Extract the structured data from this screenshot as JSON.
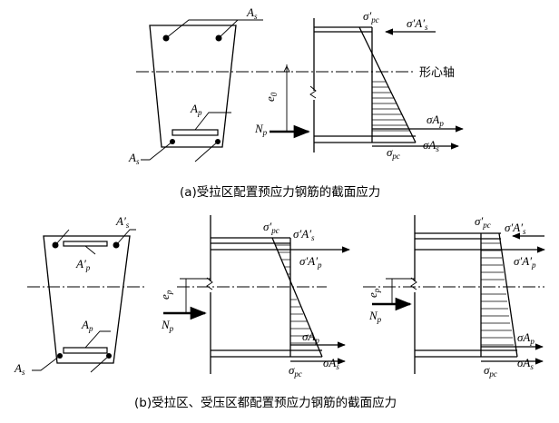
{
  "top": {
    "as_top_label": "A",
    "as_top_sub": "s",
    "ap_label": "A",
    "ap_sub": "p",
    "as_bot_label": "A",
    "as_bot_sub": "s",
    "sigma_pc_prime": "σ′",
    "sigma_pc_prime_sub": "pc",
    "sigma_s_as_prime": "σ′A′",
    "sigma_s_as_prime_sub": "s",
    "axis_label": "形心轴",
    "e0_label": "e",
    "e0_sub": "0",
    "np_label": "N",
    "np_sub": "p",
    "sigma_p_ap": "σA",
    "sigma_p_ap_sub": "p",
    "sigma_pc_label": "σ",
    "sigma_pc_sub": "pc",
    "sigma_s_as": "σA",
    "sigma_s_as_sub": "s",
    "caption": "(a)受拉区配置预应力钢筋的截面应力"
  },
  "bottom": {
    "as_prime_label": "A′",
    "as_prime_sub": "s",
    "ap_prime_label": "A′",
    "ap_prime_sub": "p",
    "ap_label": "A",
    "ap_sub": "p",
    "as_label": "A",
    "as_sub": "s",
    "mid": {
      "sigma_pc_prime": "σ′",
      "sigma_pc_prime_sub": "pc",
      "sigma_s_as_prime": "σ′A′",
      "sigma_s_as_prime_sub": "s",
      "sigma_p_ap_prime": "σ′A′",
      "sigma_p_ap_prime_sub": "p",
      "ep_label": "e",
      "ep_sub": "p",
      "np_label": "N",
      "np_sub": "p",
      "sigma_p_ap": "σA",
      "sigma_p_ap_sub": "p",
      "sigma_pc_label": "σ",
      "sigma_pc_sub": "pc",
      "sigma_s_as": "σA",
      "sigma_s_as_sub": "s"
    },
    "right": {
      "sigma_pc_prime": "σ′",
      "sigma_pc_prime_sub": "pc",
      "sigma_s_as_prime": "σ′A′",
      "sigma_s_as_prime_sub": "s",
      "sigma_p_ap_prime": "σ′A′",
      "sigma_p_ap_prime_sub": "p",
      "ep_label": "e",
      "ep_sub": "p",
      "np_label": "N",
      "np_sub": "p",
      "sigma_p_ap": "σA",
      "sigma_p_ap_sub": "p",
      "sigma_pc_label": "σ",
      "sigma_pc_sub": "pc",
      "sigma_s_as": "σA",
      "sigma_s_as_sub": "s"
    },
    "caption": "(b)受拉区、受压区都配置预应力钢筋的截面应力"
  }
}
